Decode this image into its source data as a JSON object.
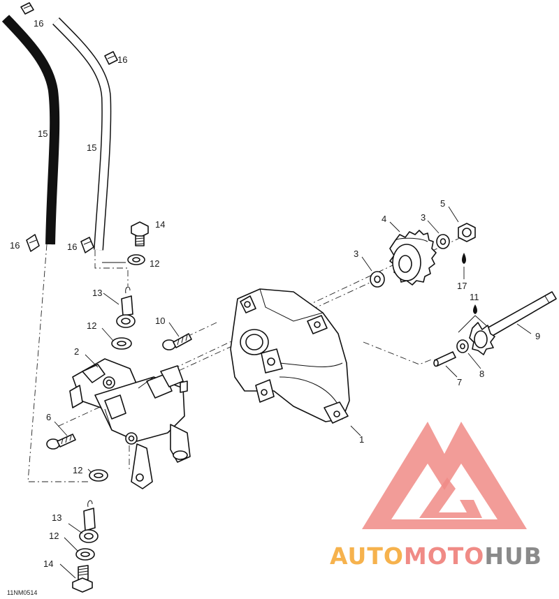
{
  "diagram": {
    "code": "11NM0514",
    "callouts": {
      "c1": "1",
      "c2": "2",
      "c3a": "3",
      "c3b": "3",
      "c4": "4",
      "c5": "5",
      "c6": "6",
      "c7": "7",
      "c8": "8",
      "c9": "9",
      "c10": "10",
      "c11": "11",
      "c12a": "12",
      "c12b": "12",
      "c12c": "12",
      "c12d": "12",
      "c13a": "13",
      "c13b": "13",
      "c14a": "14",
      "c14b": "14",
      "c15a": "15",
      "c15b": "15",
      "c16a": "16",
      "c16b": "16",
      "c16c": "16",
      "c16d": "16",
      "c17": "17"
    }
  },
  "watermark": {
    "word_part1": "AUTO",
    "word_part2": "MOTO",
    "word_part3": "HUB",
    "colors": {
      "orange": "#f6b24d",
      "red": "#f08b86",
      "gray": "#8a8a8a"
    }
  }
}
